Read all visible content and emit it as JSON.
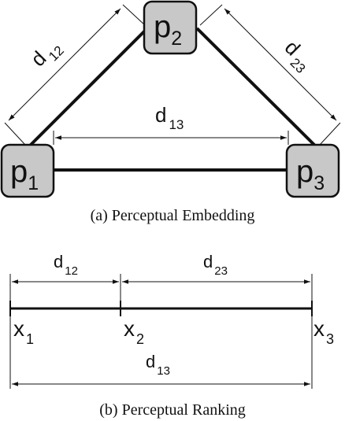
{
  "embedding": {
    "nodes": [
      {
        "main": "p",
        "sub": "1"
      },
      {
        "main": "p",
        "sub": "2"
      },
      {
        "main": "p",
        "sub": "3"
      }
    ],
    "distances": {
      "d12": {
        "main": "d",
        "sub": "12"
      },
      "d23": {
        "main": "d",
        "sub": "23"
      },
      "d13": {
        "main": "d",
        "sub": "13"
      }
    },
    "caption": "(a)  Perceptual Embedding"
  },
  "ranking": {
    "points": [
      {
        "main": "x",
        "sub": "1"
      },
      {
        "main": "x",
        "sub": "2"
      },
      {
        "main": "x",
        "sub": "3"
      }
    ],
    "distances": {
      "d12": {
        "main": "d",
        "sub": "12"
      },
      "d23": {
        "main": "d",
        "sub": "23"
      },
      "d13": {
        "main": "d",
        "sub": "13"
      }
    },
    "caption": "(b)  Perceptual Ranking"
  },
  "colors": {
    "node_fill": "#c8c8c8",
    "stroke": "#111111"
  }
}
